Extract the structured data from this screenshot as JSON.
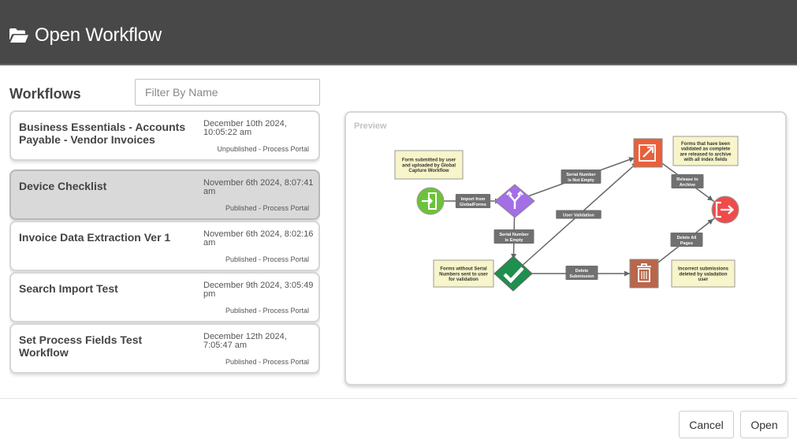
{
  "header": {
    "title": "Open Workflow",
    "icon": "folder-open-icon"
  },
  "workflows": {
    "heading": "Workflows",
    "filter_placeholder": "Filter By Name",
    "items": [
      {
        "name": "Business Essentials - Accounts Payable - Vendor Invoices",
        "date": "December 10th 2024, 10:05:22 am",
        "status": "Unpublished - Process Portal",
        "selected": false
      },
      {
        "name": "Device Checklist",
        "date": "November 6th 2024, 8:07:41 am",
        "status": "Published - Process Portal",
        "selected": true
      },
      {
        "name": "Invoice Data Extraction Ver 1",
        "date": "November 6th 2024, 8:02:16 am",
        "status": "Published - Process Portal",
        "selected": false
      },
      {
        "name": "Search Import Test",
        "date": "December 9th 2024, 3:05:49 pm",
        "status": "Published - Process Portal",
        "selected": false
      },
      {
        "name": "Set Process Fields Test Workflow",
        "date": "December 12th 2024, 7:05:47 am",
        "status": "Published - Process Portal",
        "selected": false
      }
    ]
  },
  "preview": {
    "label": "Preview",
    "notes": {
      "form_submitted": [
        "Form submitted by user",
        "and uploaded by Global",
        "Capture Workflow"
      ],
      "forms_validated": [
        "Forms that have been",
        "validated as complete",
        "are released to archive",
        "with all index fields"
      ],
      "forms_without_serial": [
        "Forms without Serial",
        "Numbers sent to user",
        "for validation"
      ],
      "incorrect_submissions": [
        "Incorrect submissions",
        "deleted by valadation",
        "user"
      ]
    },
    "edges": {
      "import": [
        "Import from",
        "GlobalForms"
      ],
      "serial_not_empty": [
        "Serial Number",
        "is Not Empty"
      ],
      "serial_empty": [
        "Serial Number",
        "is Empty"
      ],
      "user_validation": [
        "User Validation"
      ],
      "release": [
        "Release to",
        "Archive"
      ],
      "delete_all": [
        "Delete All",
        "Pages"
      ],
      "delete_submission": [
        "Delete",
        "Submission"
      ]
    },
    "colors": {
      "start": "#6cc33a",
      "branch": "#a46ee6",
      "validate": "#1f8f4e",
      "export": "#e8603c",
      "end": "#ef4b4b",
      "delete": "#b9664b",
      "note": "#f7f5c9",
      "edge_label": "#707070"
    }
  },
  "footer": {
    "cancel_label": "Cancel",
    "open_label": "Open"
  }
}
